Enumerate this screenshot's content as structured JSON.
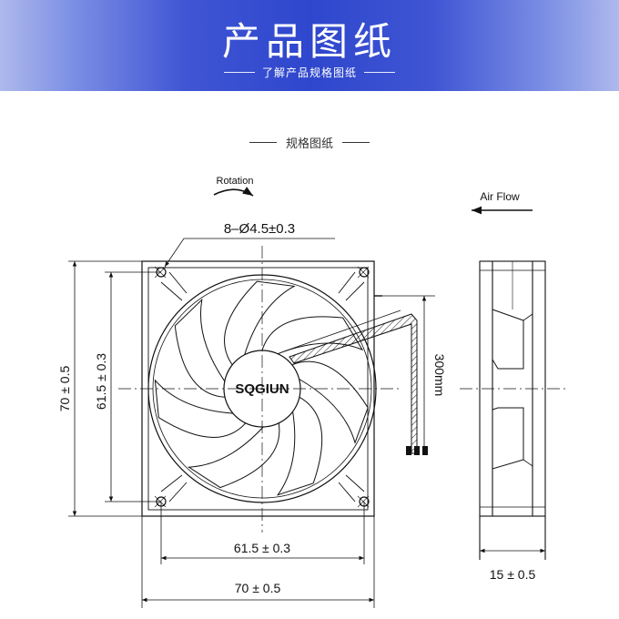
{
  "header": {
    "title": "产品图纸",
    "subtitle": "了解产品规格图纸"
  },
  "section": {
    "title": "规格图纸"
  },
  "drawing": {
    "brand": "SQGIUN",
    "rotation_label": "Rotation",
    "airflow_label": "Air Flow",
    "hole_spec": "8–Ø4.5±0.3",
    "cable_length": "300mm",
    "height_outer": "70 ± 0.5",
    "height_hole": "61.5 ± 0.3",
    "width_hole": "61.5 ± 0.3",
    "width_outer": "70 ± 0.5",
    "thickness": "15 ± 0.5",
    "blade_count": 7
  },
  "colors": {
    "banner_blue": "#2f47cd",
    "line": "#111111"
  }
}
